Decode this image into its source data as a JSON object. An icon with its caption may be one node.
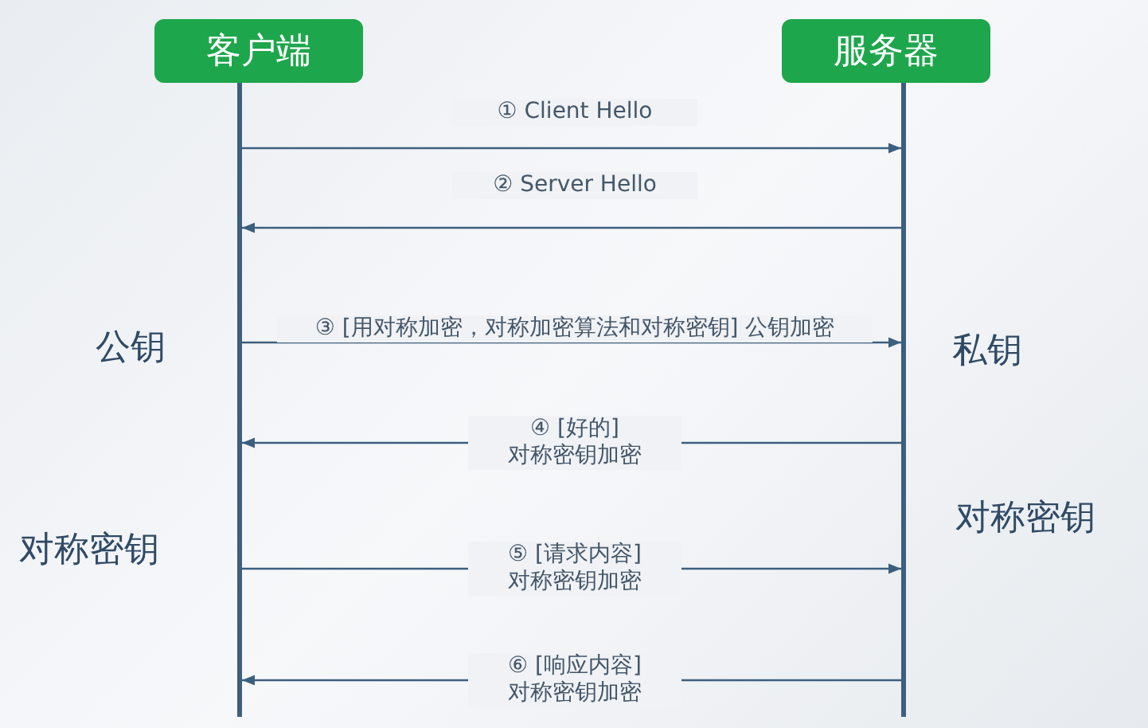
{
  "diagram": {
    "nodes": [
      {
        "text": [
          "客户端"
        ]
      },
      {
        "text": [
          "服务器"
        ]
      },
      {
        "text": [],
        "shape": "bar"
      },
      {
        "text": [],
        "shape": "bar"
      }
    ],
    "edges": [
      {
        "from": 2,
        "to": 3,
        "arrow": "to",
        "label": "① Client Hello"
      },
      {
        "from": 3,
        "to": 2,
        "arrow": "to",
        "label": "② Server Hello"
      },
      {
        "from": 2,
        "to": 3,
        "arrow": "to",
        "label": "③ [用对称加密，对称加密算法和对称密钥] 公钥加密"
      },
      {
        "from": 3,
        "to": 2,
        "arrow": "to",
        "label": "④ [好的] 对称密钥加密"
      },
      {
        "from": 2,
        "to": 3,
        "arrow": "to",
        "label": "⑤ [请求内容] 对称密钥加密"
      },
      {
        "from": 3,
        "to": 2,
        "arrow": "to",
        "label": "⑥ [响应内容] 对称密钥加密"
      }
    ],
    "labels": [
      "公钥",
      "私钥",
      "对称密钥",
      "对称密钥"
    ]
  }
}
